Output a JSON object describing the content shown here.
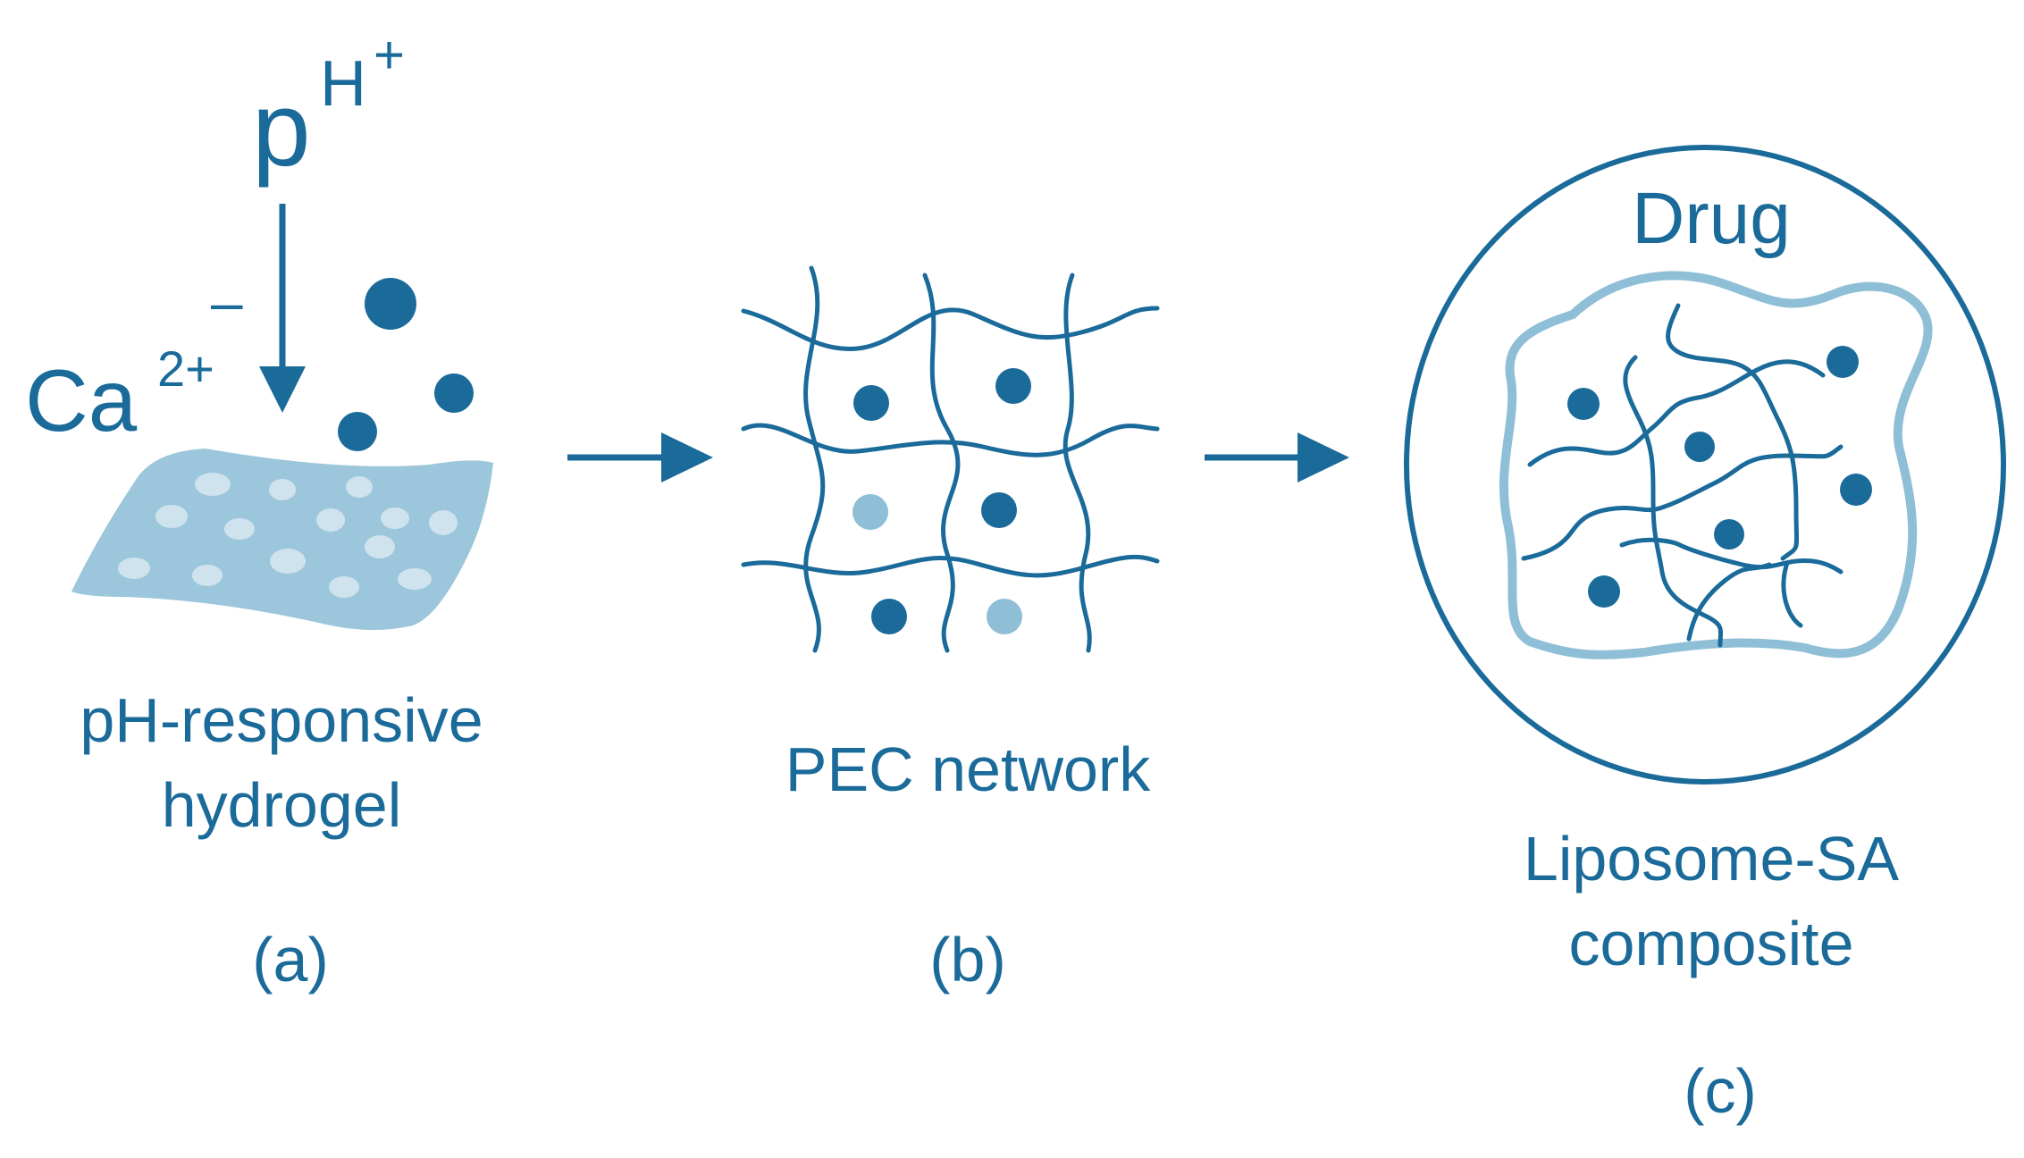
{
  "colors": {
    "primary": "#1a6a9a",
    "light": "#8ebfd6",
    "gel_fill": "#9cc6db",
    "gel_spots": "#cfe3ee",
    "background": "#ffffff"
  },
  "panel_a": {
    "stimulus_main": "p",
    "stimulus_sup": "H",
    "stimulus_charge": "+",
    "ion_base": "Ca",
    "ion_charge": "2+",
    "ion_minus": "–",
    "label_line1": "pH-responsive",
    "label_line2": "hydrogel",
    "letter": "(a)"
  },
  "panel_b": {
    "label": "PEC network",
    "letter": "(b)"
  },
  "panel_c": {
    "drug_label": "Drug",
    "label_line1": "Liposome-SA",
    "label_line2": "composite",
    "letter": "(c)"
  },
  "icons": [
    "down-arrow-icon",
    "right-arrow-icon"
  ]
}
